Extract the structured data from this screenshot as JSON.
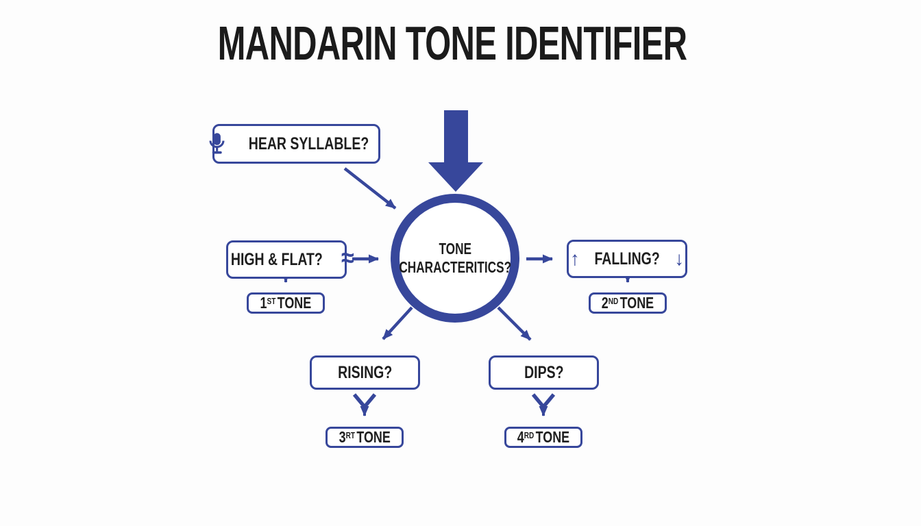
{
  "colors": {
    "accent": "#37479B",
    "text": "#1E1E1E",
    "background": "#FDFDFD",
    "node_fill": "#FFFFFF"
  },
  "title": "MANDARIN TONE IDENTIFIER",
  "icons": {
    "microphone-icon": "microphone",
    "big-down-arrow-icon": "solid downward arrow",
    "flat-wave-icon": "≈",
    "up-arrow-icon": "↑",
    "down-arrow-icon": "↓",
    "chevron-down-icon": "v"
  },
  "flowchart": {
    "hear": {
      "label": "HEAR SYLLABLE?"
    },
    "center": {
      "line1": "TONE",
      "line2": "CHARACTERITICS?"
    },
    "high_flat": {
      "label": "HIGH & FLAT?",
      "icon_glyph": "≈"
    },
    "falling": {
      "label": "FALLING?",
      "up_glyph": "↑",
      "down_glyph": "↓"
    },
    "rising": {
      "label": "RISING?"
    },
    "dips": {
      "label": "DIPS?"
    },
    "tone1": {
      "num": "1",
      "sup": "ST",
      "word": "TONE"
    },
    "tone2": {
      "num": "2",
      "sup": "ND",
      "word": "TONE"
    },
    "tone3": {
      "num": "3",
      "sup": "RT",
      "word": "TONE"
    },
    "tone4": {
      "num": "4",
      "sup": "RD",
      "word": "TONE"
    }
  }
}
